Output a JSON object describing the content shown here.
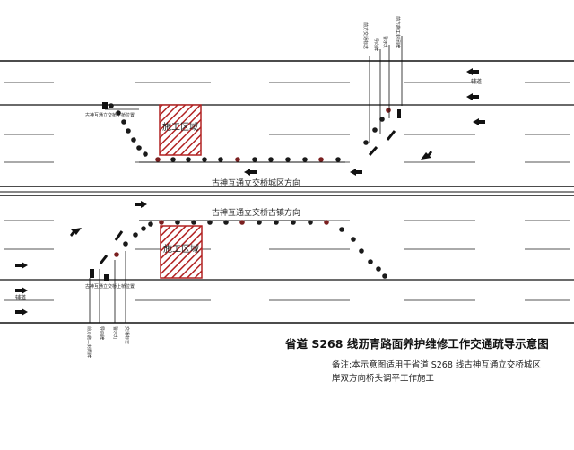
{
  "title": "省道 S268 线沥青路面养护维修工作交通疏导示意图",
  "note_lines": [
    "备注:本示意图适用于省道 S268 线古神互通立交桥城区",
    "岸双方向桥头调平工作施工"
  ],
  "upper": {
    "direction_label": "古神互通立交桥城区方向",
    "work_zone_label": "施工区域",
    "sign_label": "古神互通立交桥下桥位置",
    "sidewalk_label": "辅道",
    "vertical_signs": [
      "前方施工封闭牌",
      "警示灯",
      "导向牌",
      "前方交通标志"
    ]
  },
  "lower": {
    "direction_label": "古神互通立交桥古镇方向",
    "work_zone_label": "施工区域",
    "sign_label": "古神互通立交桥上桥位置",
    "sidewalk_label": "辅道",
    "vertical_signs": [
      "前方施工封闭牌",
      "导向牌",
      "警示灯",
      "交通标志"
    ]
  },
  "colors": {
    "line": "#111111",
    "cone_black": "#1a1a1a",
    "cone_red": "#7a1f1f",
    "hatch": "#b22222",
    "text": "#222222"
  }
}
